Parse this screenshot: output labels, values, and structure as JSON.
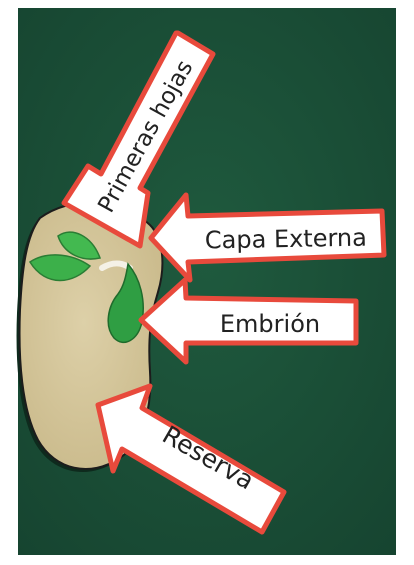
{
  "photo": {
    "board_color": "#1a4d35",
    "seed_color": "#d8c9a0",
    "arrow_fill": "#ffffff",
    "arrow_border": "#e84a3c",
    "leaf_color": "#3cb04a"
  },
  "labels": {
    "primeras_hojas": "Primeras hojas",
    "capa_externa": "Capa Externa",
    "embrion": "Embrión",
    "reserva": "Reserva"
  }
}
